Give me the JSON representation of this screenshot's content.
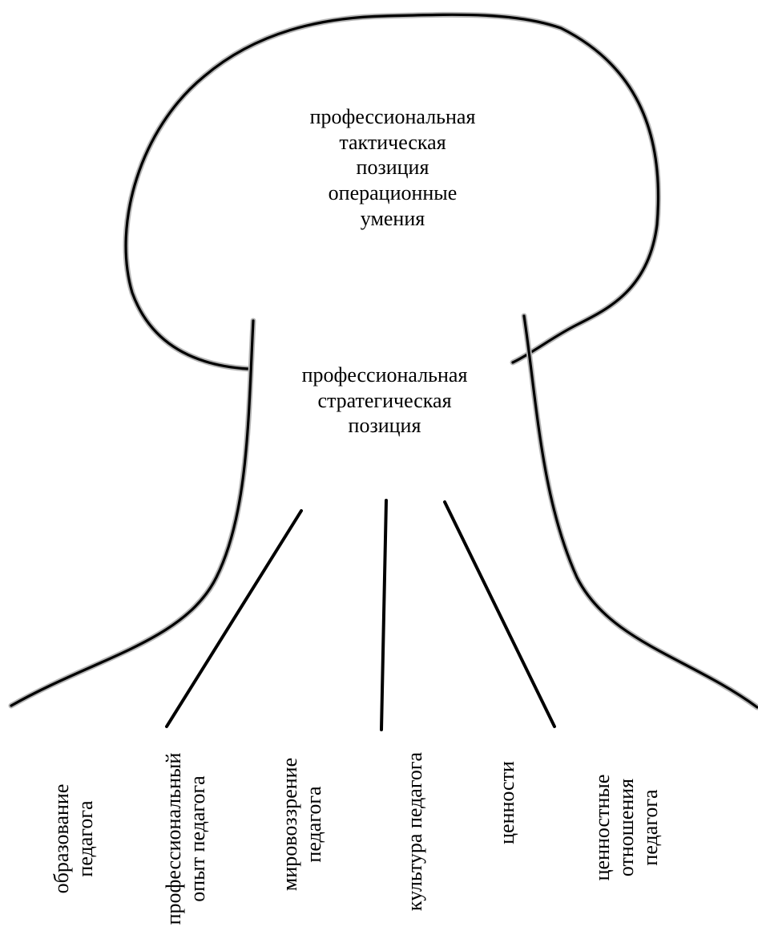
{
  "diagram": {
    "tactical": {
      "lines": [
        "профессиональная",
        "тактическая",
        "позиция",
        "операционные",
        "умения"
      ]
    },
    "strategic": {
      "lines": [
        "профессиональная",
        "стратегическая",
        "позиция"
      ]
    },
    "roots": [
      {
        "lines": [
          "образование",
          "педагога"
        ]
      },
      {
        "lines": [
          "профессиональный",
          "опыт педагога"
        ]
      },
      {
        "lines": [
          "мировоззрение",
          "педагога"
        ]
      },
      {
        "lines": [
          "культура педагога"
        ]
      },
      {
        "lines": [
          "ценности"
        ]
      },
      {
        "lines": [
          "ценностные",
          "отношения",
          "педагога"
        ]
      }
    ]
  },
  "colors": {
    "outline": "#000000",
    "outline_halo": "#b5b5b5",
    "text": "#000000",
    "background": "#ffffff"
  }
}
